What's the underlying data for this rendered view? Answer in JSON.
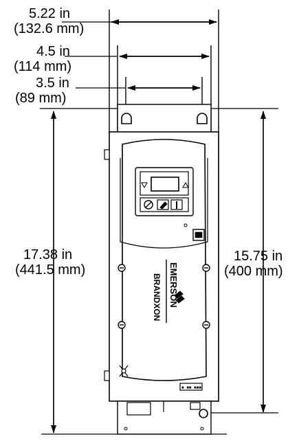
{
  "dimensions": {
    "overall_width": {
      "imperial": "5.22 in",
      "metric": "(132.6 mm)"
    },
    "mounting_width": {
      "imperial": "4.5 in",
      "metric": "(114 mm)"
    },
    "hole_spacing": {
      "imperial": "3.5 in",
      "metric": "(89 mm)"
    },
    "overall_height": {
      "imperial": "17.38 in",
      "metric": "(441.5 mm)"
    },
    "mounting_height": {
      "imperial": "15.75 in",
      "metric": "(400 mm)"
    }
  },
  "device": {
    "brand_vertical": "EMERSON",
    "brand_sub_vertical": "BRANDXON",
    "rating_label": "■ ■■ ■■■"
  },
  "colors": {
    "line": "#000000",
    "background": "#ffffff",
    "device_fill": "#ffffff"
  }
}
